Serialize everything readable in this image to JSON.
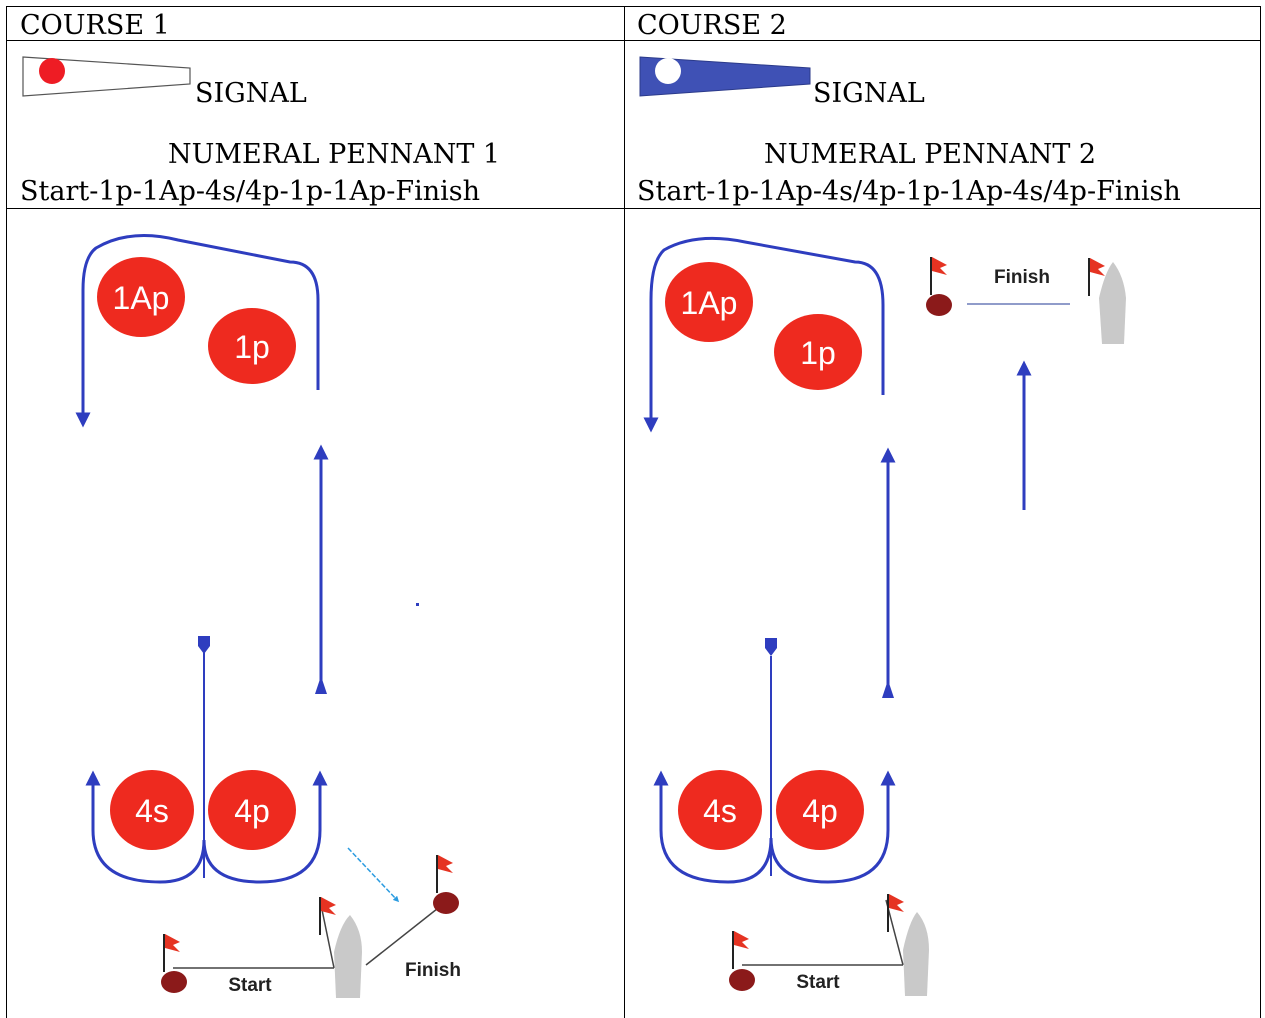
{
  "columns": [
    {
      "course_title": "COURSE 1",
      "signal_label": "SIGNAL",
      "pennant_name": "NUMERAL PENNANT 1",
      "sequence": "Start-1p-1Ap-4s/4p-1p-1Ap-Finish",
      "pennant_color": "#ffffff",
      "pennant_dot_color": "#ee1c24",
      "marks": {
        "m1ap": "1Ap",
        "m1p": "1p",
        "m4s": "4s",
        "m4p": "4p"
      },
      "start_label": "Start",
      "finish_label": "Finish"
    },
    {
      "course_title": "COURSE 2",
      "signal_label": "SIGNAL",
      "pennant_name": "NUMERAL PENNANT 2",
      "sequence": "Start-1p-1Ap-4s/4p-1p-1Ap-4s/4p-Finish",
      "pennant_color": "#3f51b5",
      "pennant_dot_color": "#ffffff",
      "marks": {
        "m1ap": "1Ap",
        "m1p": "1p",
        "m4s": "4s",
        "m4p": "4p"
      },
      "start_label": "Start",
      "finish_label": "Finish"
    }
  ],
  "colors": {
    "mark_red": "#ee2a1f",
    "course_blue": "#2e3dbf",
    "buoy": "#8b1a1a",
    "boat": "#c9c9c9",
    "flag": "#e53322"
  }
}
